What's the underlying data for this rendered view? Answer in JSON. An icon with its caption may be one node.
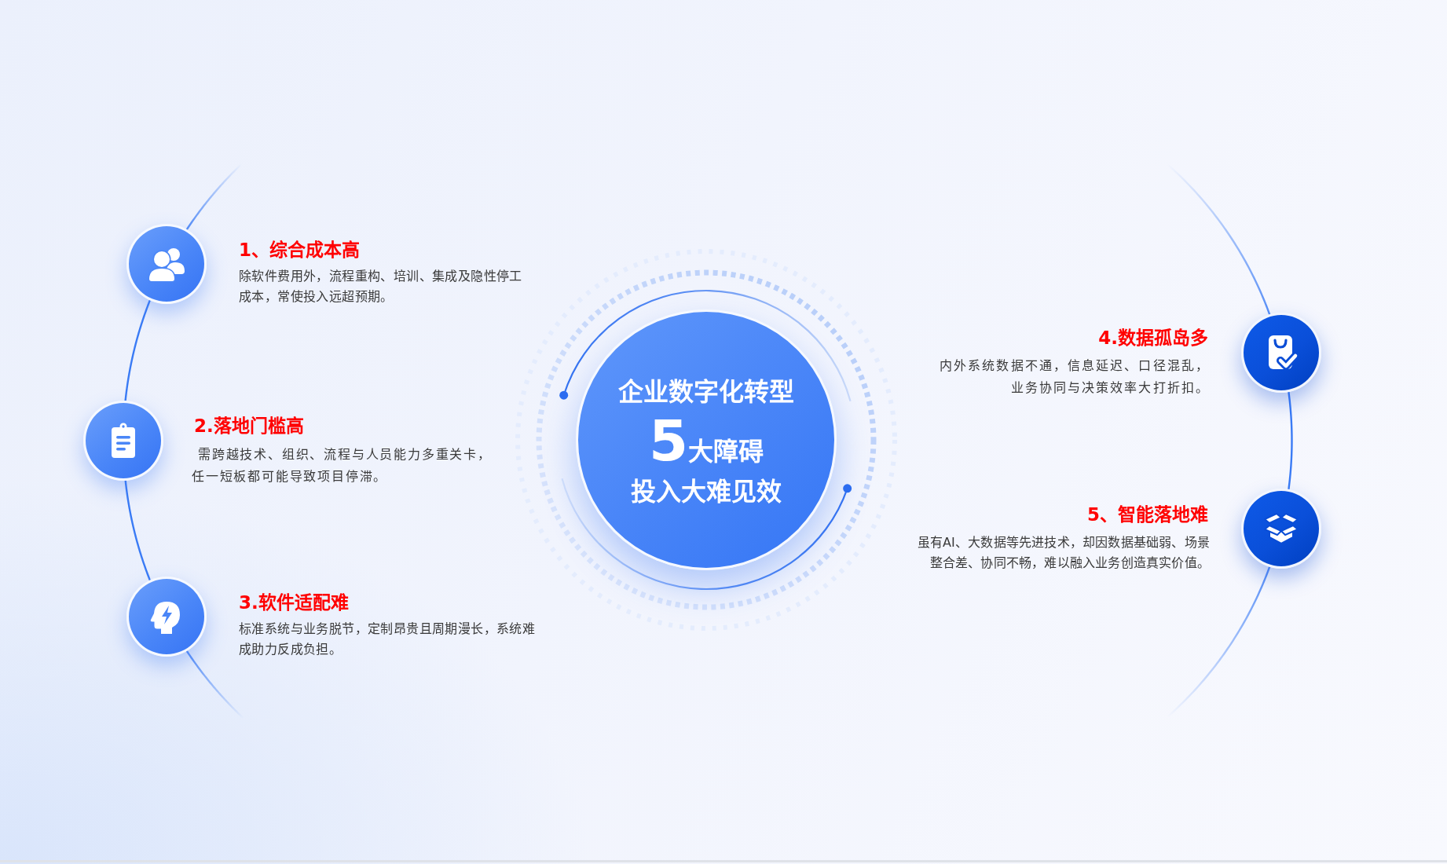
{
  "diagram": {
    "nodes": [
      {
        "text": [
          "企业数字化转型",
          "5大障碍",
          "投入大难见效"
        ]
      },
      {
        "text": [
          "1、综合成本高",
          "除软件费用外，流程重构、培训、集成及隐性停工成本，常使投入远超预期。"
        ]
      },
      {
        "text": [
          "2.落地门槛高",
          "需跨越技术、组织、流程与人员能力多重关卡，任一短板都可能导致项目停滞。"
        ]
      },
      {
        "text": [
          "3.软件适配难",
          "标准系统与业务脱节，定制昂贵且周期漫长，系统难成助力反成负担。"
        ]
      },
      {
        "text": [
          "4.数据孤岛多",
          "内外系统数据不通，信息延迟、口径混乱，业务协同与决策效率大打折扣。"
        ]
      },
      {
        "text": [
          "5、智能落地难",
          "虽有AI、大数据等先进技术，却因数据基础弱、场景整合差、协同不畅，难以融入业务创造真实价值。"
        ]
      }
    ],
    "edges": [
      {
        "from": null,
        "to": 1,
        "arrow": "none"
      },
      {
        "from": 1,
        "to": 2,
        "arrow": "none"
      },
      {
        "from": 2,
        "to": 3,
        "arrow": "none"
      },
      {
        "from": 3,
        "to": null,
        "arrow": "none"
      },
      {
        "from": null,
        "to": 4,
        "arrow": "none"
      },
      {
        "from": 4,
        "to": 5,
        "arrow": "none"
      },
      {
        "from": 5,
        "to": null,
        "arrow": "none"
      }
    ]
  }
}
